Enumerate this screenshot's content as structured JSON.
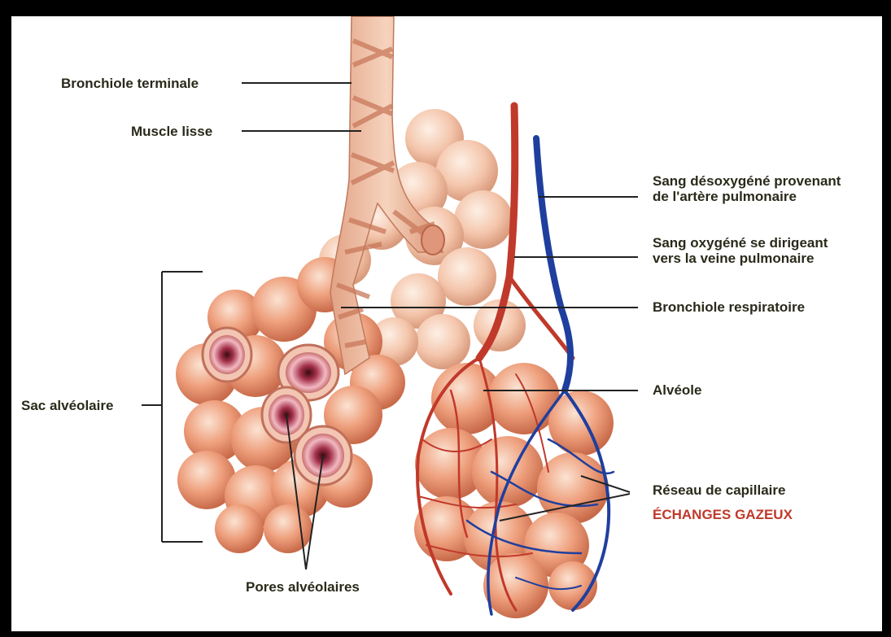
{
  "labels": {
    "bronchiole_terminale": "Bronchiole terminale",
    "muscle_lisse": "Muscle lisse",
    "sang_desoxygene_1": "Sang désoxygéné provenant",
    "sang_desoxygene_2": "de l'artère pulmonaire",
    "sang_oxygene_1": "Sang oxygéné se dirigeant",
    "sang_oxygene_2": "vers la veine pulmonaire",
    "bronchiole_respiratoire": "Bronchiole respiratoire",
    "alveole": "Alvéole",
    "sac_alveolaire": "Sac alvéolaire",
    "reseau_capillaire": "Réseau de capillaire",
    "echanges_gazeux": "ÉCHANGES GAZEUX",
    "pores_alveolaires": "Pores alvéolaires"
  },
  "colors": {
    "tissue": "#e8a07c",
    "tissue_light": "#f6d3bd",
    "artery": "#c0392b",
    "vein": "#1f3f9e",
    "leader_line": "#222222",
    "accent_text": "#c0392b"
  }
}
